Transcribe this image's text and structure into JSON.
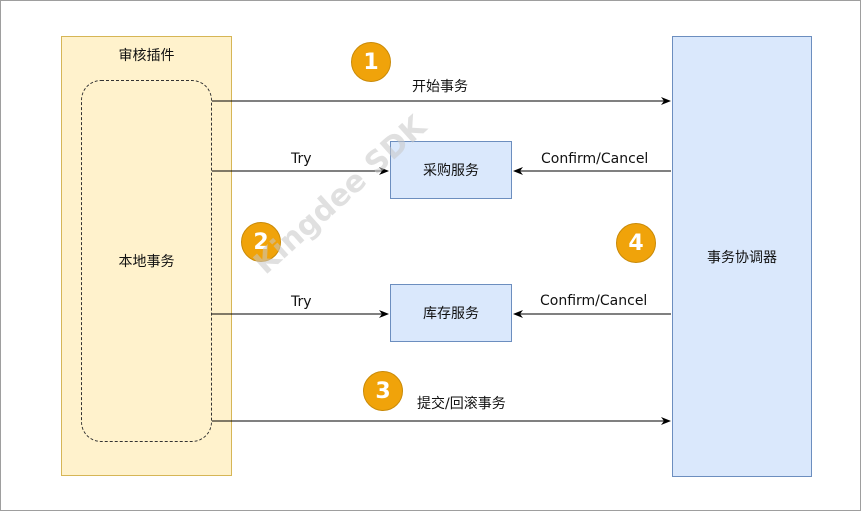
{
  "plugin": {
    "title": "审核插件",
    "inner_label": "本地事务"
  },
  "coordinator": {
    "label": "事务协调器"
  },
  "services": {
    "purchase": "采购服务",
    "inventory": "库存服务"
  },
  "steps": {
    "one": "1",
    "two": "2",
    "three": "3",
    "four": "4"
  },
  "edges": {
    "start_tx": "开始事务",
    "try_purchase": "Try",
    "cc_purchase": "Confirm/Cancel",
    "try_inventory": "Try",
    "cc_inventory": "Confirm/Cancel",
    "commit_rollback": "提交/回滚事务"
  },
  "watermark": "Kingdee SDK",
  "colors": {
    "plugin_fill": "#fff2cc",
    "plugin_border": "#d6b656",
    "service_fill": "#dae8fc",
    "service_border": "#6c8ebf",
    "badge_fill": "#f0a30a"
  }
}
